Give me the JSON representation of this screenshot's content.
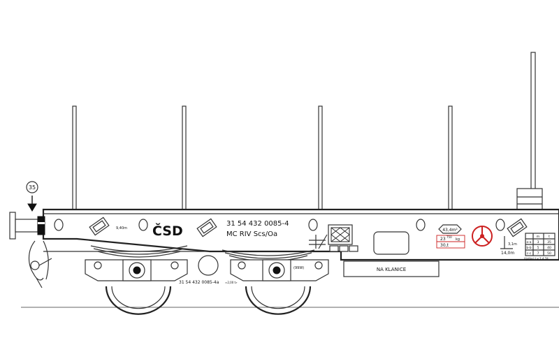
{
  "markings": {
    "owner_code": "ČSD",
    "wagon_number": "31 54 432 0085-4",
    "wagon_class": "MC RIV Scs/Oa",
    "bogie_number": "31 54 432 0085-4a",
    "bogie_note": "≈2,00 t»",
    "length_mark": "9,40m",
    "speed_sign": "35",
    "load_area": "43,4m²",
    "tare_weight": "23",
    "tare_weight_sup": "750",
    "tare_weight_unit": "kg",
    "load_limit": "30,t",
    "bogie_spacing": "3,1m",
    "wheelbase_label": "14,0m",
    "side_mark": "(99W)",
    "board_label": "NA KLANICE",
    "revision_note": "Výdání: Lx 1.4.74"
  },
  "load_table": {
    "header": [
      "m",
      "t"
    ],
    "rows": [
      [
        "a-a",
        "3",
        "35"
      ],
      [
        "b-b",
        "5",
        "40"
      ],
      [
        "c-c",
        "7",
        "50"
      ]
    ]
  },
  "colors": {
    "line": "#333333",
    "black": "#111111",
    "accent_red": "#cc2020"
  }
}
